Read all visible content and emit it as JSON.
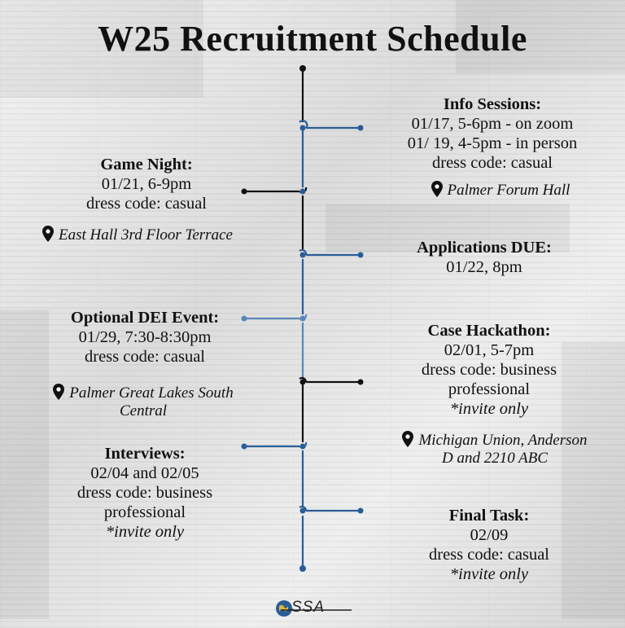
{
  "title": "W25 Recruitment Schedule",
  "events": {
    "info": {
      "head": "Info Sessions:",
      "lines": [
        "01/17, 5-6pm - on zoom",
        "01/ 19, 4-5pm - in person",
        "dress code: casual"
      ],
      "location": "Palmer Forum Hall"
    },
    "game": {
      "head": "Game Night:",
      "lines": [
        "01/21, 6-9pm",
        "dress code: casual"
      ],
      "location": "East Hall 3rd Floor Terrace"
    },
    "apps": {
      "head": "Applications DUE:",
      "lines": [
        "01/22, 8pm"
      ]
    },
    "dei": {
      "head": "Optional DEI Event:",
      "lines": [
        "01/29, 7:30-8:30pm",
        "dress code: casual"
      ],
      "location_lines": [
        "Palmer Great Lakes South",
        "Central"
      ]
    },
    "case": {
      "head": "Case Hackathon:",
      "lines": [
        "02/01, 5-7pm",
        "dress code: business",
        "professional"
      ],
      "note": "*invite only",
      "location_lines": [
        "Michigan Union, Anderson",
        "D and 2210 ABC"
      ]
    },
    "interviews": {
      "head": "Interviews:",
      "lines": [
        "02/04 and 02/05",
        "dress code: business",
        "professional"
      ],
      "note": "*invite only"
    },
    "final": {
      "head": "Final Task:",
      "lines": [
        "02/09",
        "dress code: casual"
      ],
      "note": "*invite only"
    }
  },
  "logo": {
    "text": "SSA"
  },
  "colors": {
    "blue": "#2a5d96",
    "black": "#111111",
    "light_blue": "#5a86b8"
  },
  "icons": {
    "location": "map-pin-icon",
    "logo": "globe-icon"
  }
}
